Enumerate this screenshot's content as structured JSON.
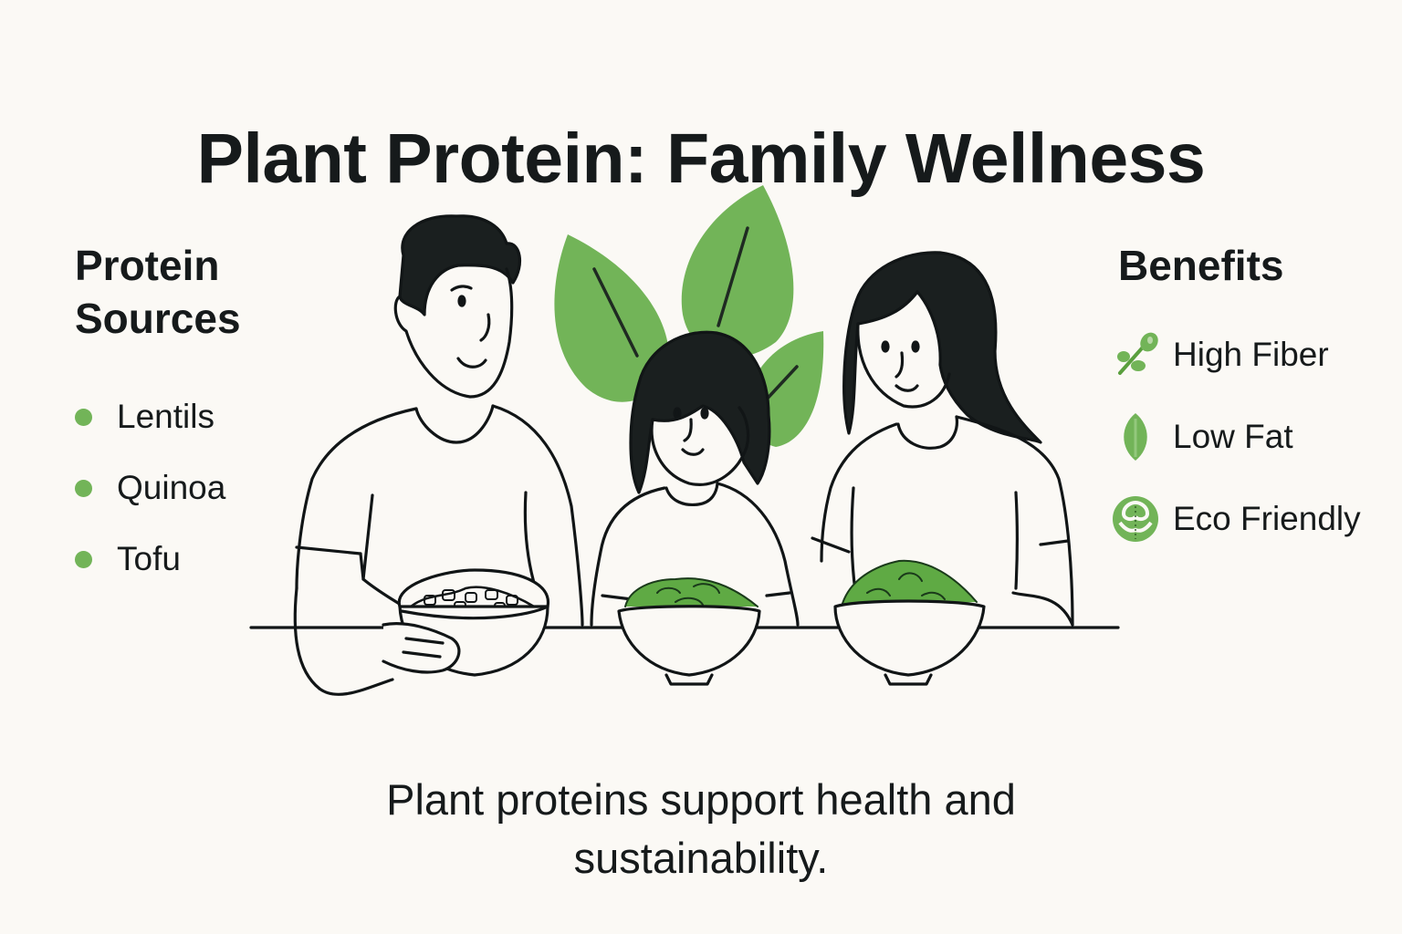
{
  "header": {
    "title": "Plant Protein: Family Wellness"
  },
  "protein_sources": {
    "heading_line1": "Protein",
    "heading_line2": "Sources",
    "items": [
      {
        "label": "Lentils",
        "icon": "green-dot-bullet"
      },
      {
        "label": "Quinoa",
        "icon": "green-dot-bullet"
      },
      {
        "label": "Tofu",
        "icon": "green-dot-bullet"
      }
    ]
  },
  "benefits": {
    "heading": "Benefits",
    "items": [
      {
        "label": "High Fiber",
        "icon": "sprout-icon"
      },
      {
        "label": "Low Fat",
        "icon": "leaf-icon"
      },
      {
        "label": "Eco Friendly",
        "icon": "eco-leaf-circle-icon"
      }
    ]
  },
  "illustration": {
    "description": "Family of three (father, daughter, mother) seated at a table with bowls of plant protein food; three large green leaves behind them",
    "bowls": [
      "tofu-bowl",
      "greens-bowl",
      "edamame-bowl"
    ]
  },
  "caption": {
    "line1": "Plant proteins support health and",
    "line2": "sustainability."
  },
  "colors": {
    "background": "#fbf9f5",
    "text": "#161a1b",
    "accent_green": "#72b458",
    "dark_green": "#3f8a3a",
    "line": "#111516"
  }
}
